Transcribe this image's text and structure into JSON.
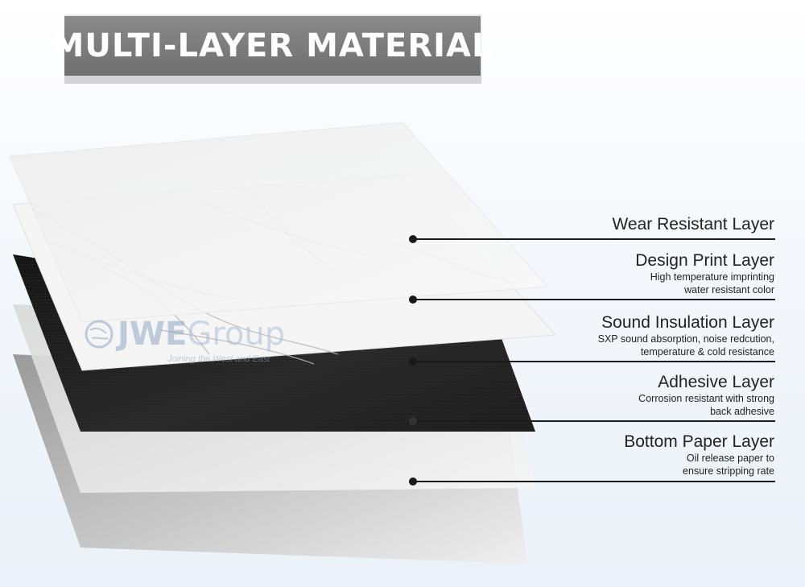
{
  "title": "MULTI-LAYER MATERIAL",
  "watermark": {
    "brand_bold": "JWE",
    "brand_light": "Group",
    "tagline": "Joining the West and East"
  },
  "layers": [
    {
      "name": "Wear Resistant Layer",
      "lines": []
    },
    {
      "name": "Design Print Layer",
      "lines": [
        "High temperature imprinting",
        "water resistant color"
      ]
    },
    {
      "name": "Sound Insulation Layer",
      "lines": [
        "SXP sound absorption, noise redcution,",
        "temperature & cold resistance"
      ]
    },
    {
      "name": "Adhesive Layer",
      "lines": [
        "Corrosion resistant with strong",
        "back adhesive"
      ]
    },
    {
      "name": "Bottom Paper Layer",
      "lines": [
        "Oil release paper to",
        "ensure stripping rate"
      ]
    }
  ],
  "colors": {
    "title_bar": "#7c7c7c",
    "foam": "#222222",
    "marble": "#f4f4f4",
    "leader": "#1a1a1a"
  }
}
